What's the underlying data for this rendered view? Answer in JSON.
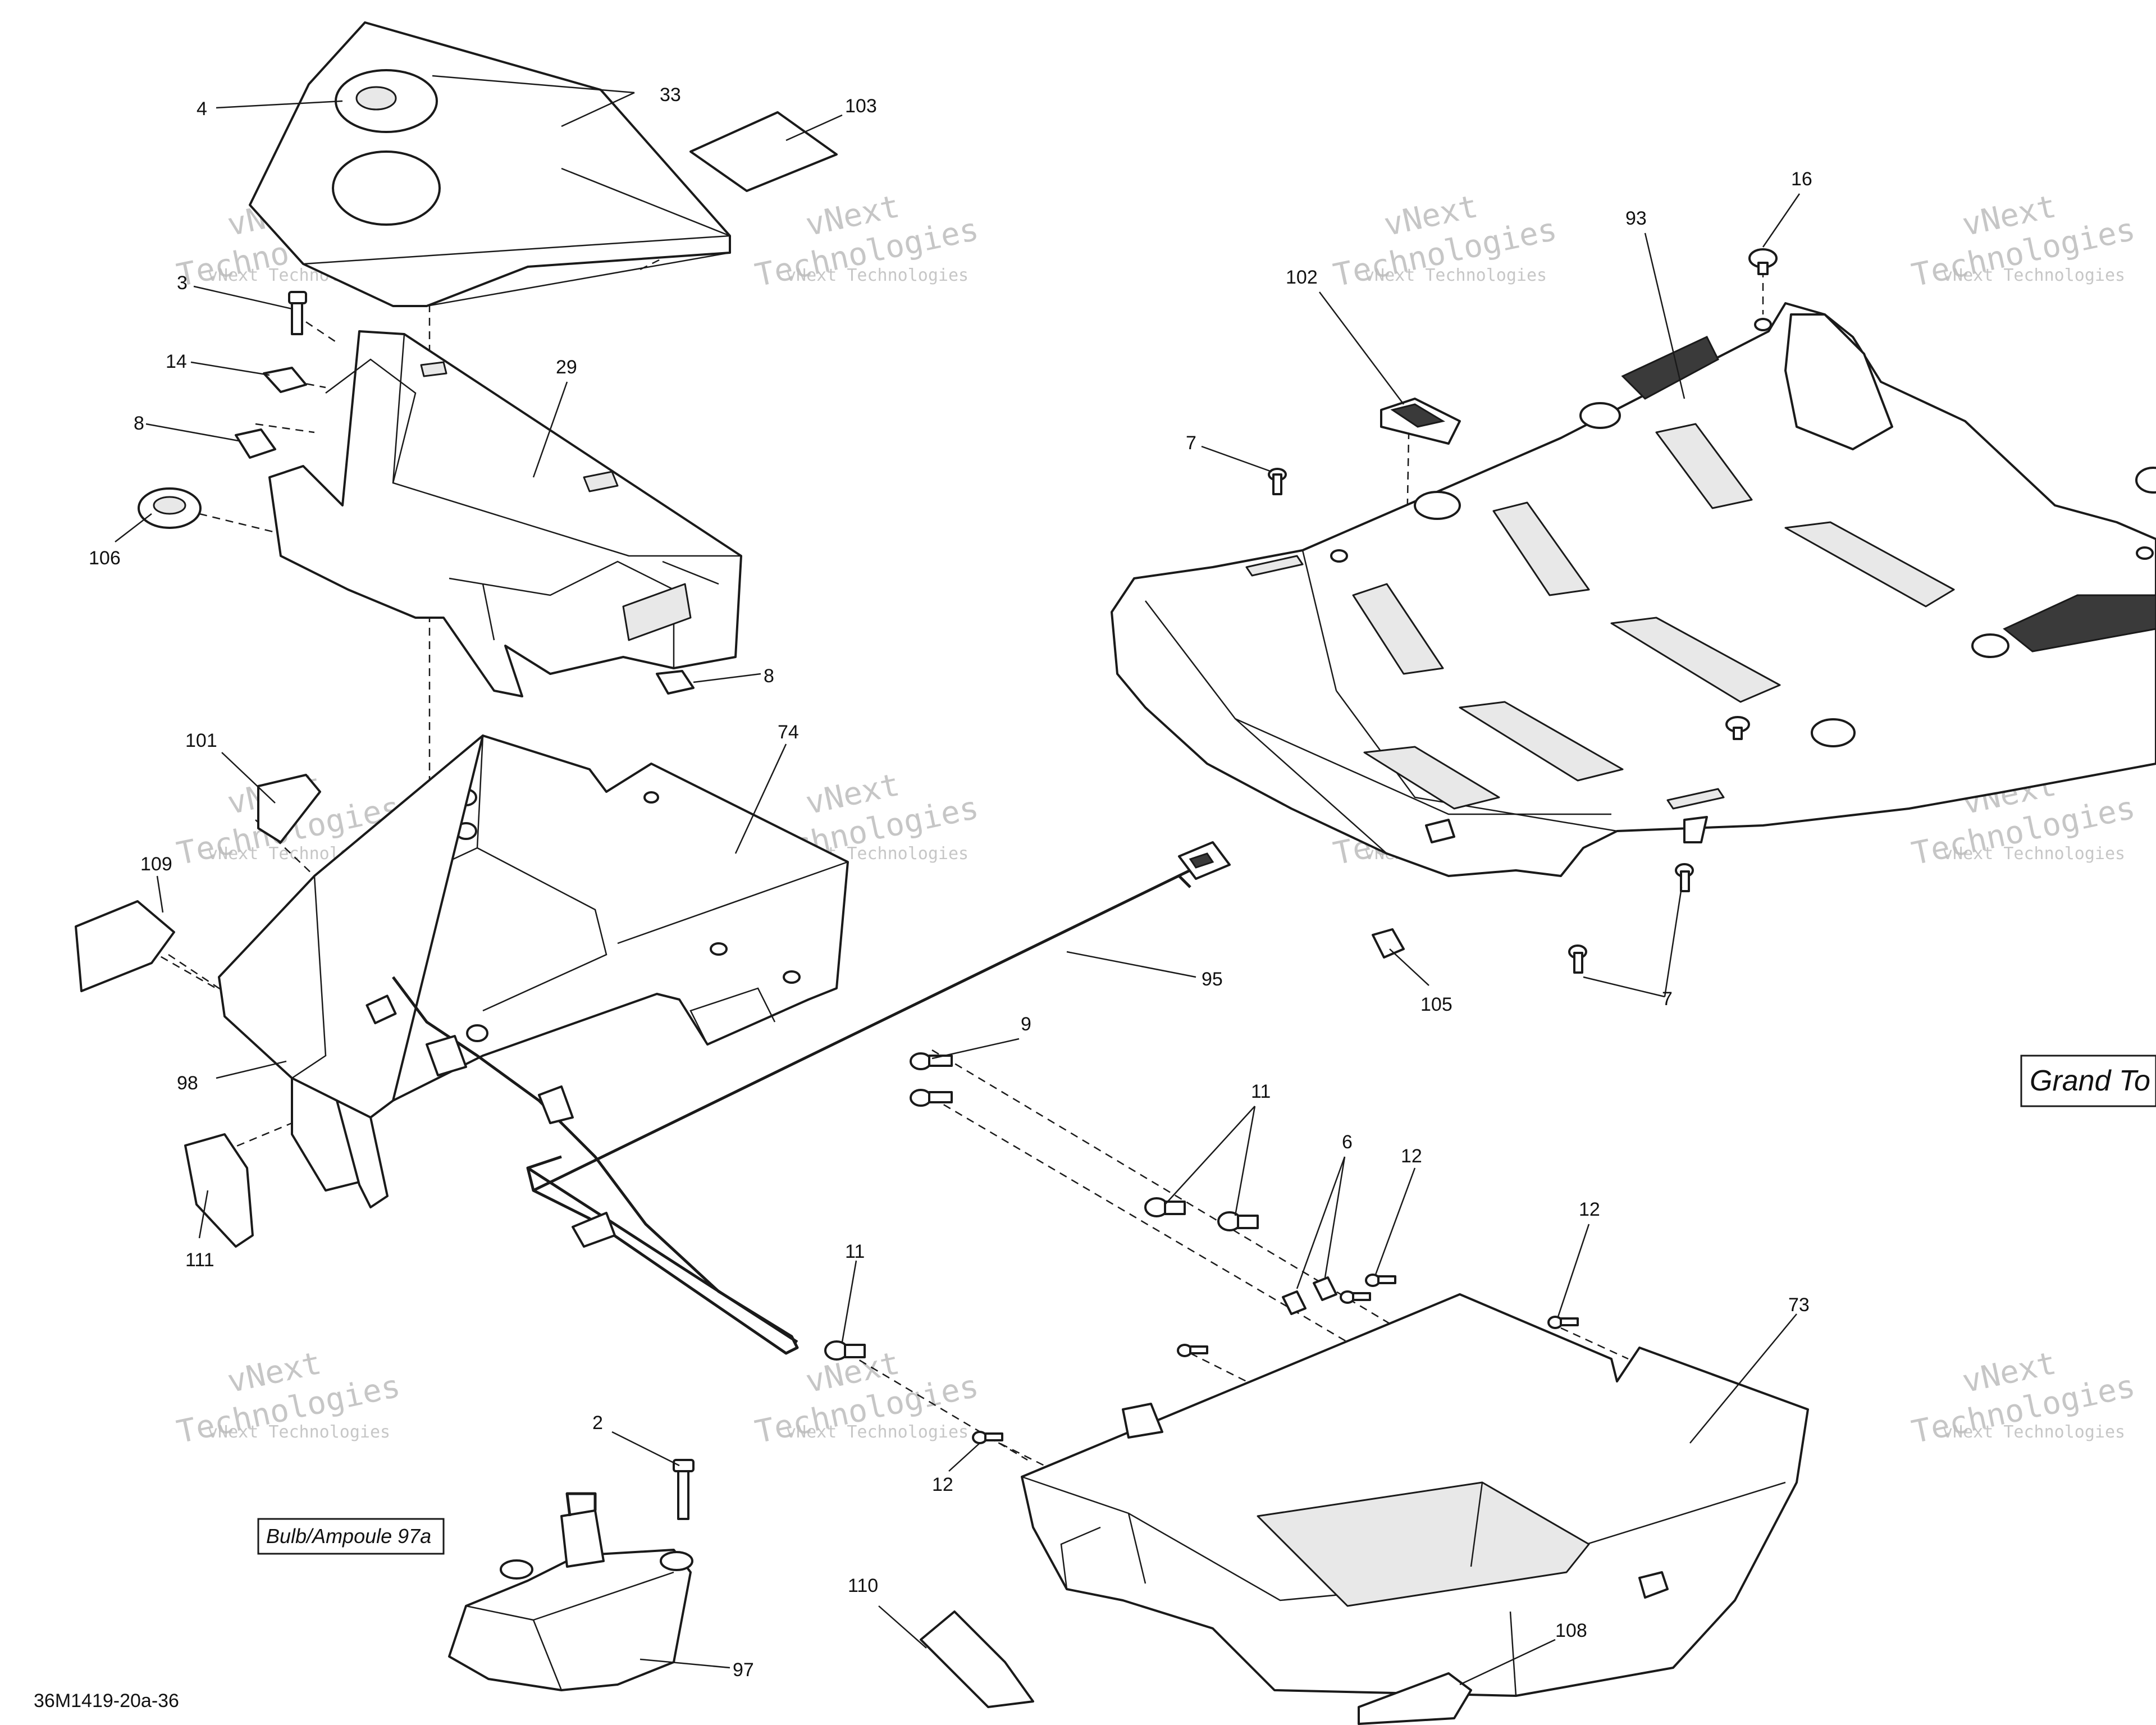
{
  "callouts": [
    {
      "label": "4"
    },
    {
      "label": "33"
    },
    {
      "label": "103"
    },
    {
      "label": "3"
    },
    {
      "label": "14"
    },
    {
      "label": "29"
    },
    {
      "label": "8"
    },
    {
      "label": "106"
    },
    {
      "label": "8"
    },
    {
      "label": "101"
    },
    {
      "label": "74"
    },
    {
      "label": "109"
    },
    {
      "label": "98"
    },
    {
      "label": "111"
    },
    {
      "label": "95"
    },
    {
      "label": "9"
    },
    {
      "label": "11"
    },
    {
      "label": "6"
    },
    {
      "label": "12"
    },
    {
      "label": "12"
    },
    {
      "label": "11"
    },
    {
      "label": "73"
    },
    {
      "label": "12"
    },
    {
      "label": "2"
    },
    {
      "label": "110"
    },
    {
      "label": "97"
    },
    {
      "label": "108"
    },
    {
      "label": "16"
    },
    {
      "label": "93"
    },
    {
      "label": "102"
    },
    {
      "label": "7"
    },
    {
      "label": "105"
    },
    {
      "label": "7"
    }
  ],
  "boxes": {
    "bulb": "Bulb/Ampoule 97a",
    "grand_tour": "Grand To"
  },
  "document_code": "36M1419-20a-36",
  "watermark": {
    "line_small": "vNext Technologies",
    "line_big_1": "vNext",
    "line_big_2": "Technologies"
  }
}
